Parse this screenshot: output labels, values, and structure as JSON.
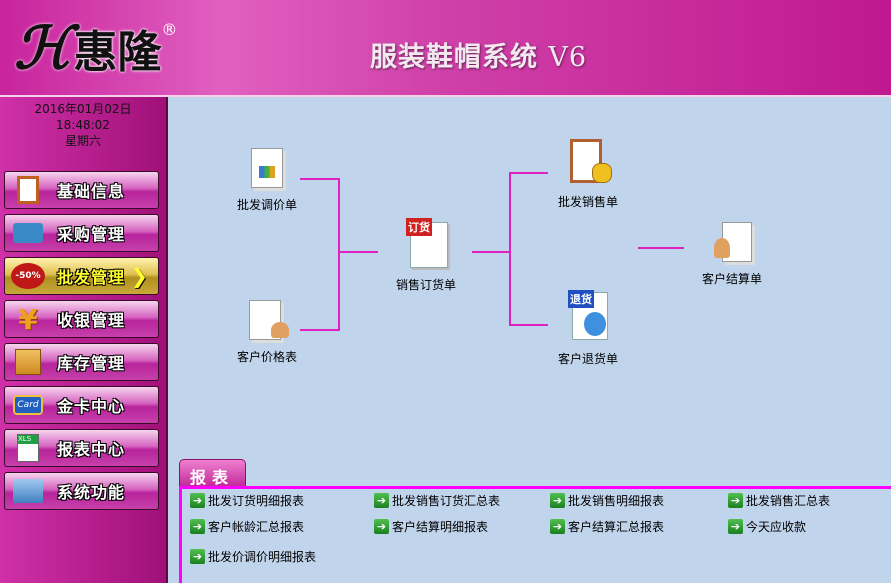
{
  "header": {
    "brand": "惠隆",
    "reg": "®",
    "title": "服装鞋帽系统",
    "version": "V6"
  },
  "clock": {
    "date": "2016年01月02日",
    "time": "18:48:02",
    "weekday": "星期六"
  },
  "nav": [
    {
      "label": "基础信息",
      "icon": "clipboard-icon"
    },
    {
      "label": "采购管理",
      "icon": "basket-icon"
    },
    {
      "label": "批发管理",
      "icon": "discount-badge-icon",
      "badge": "-50%",
      "active": true
    },
    {
      "label": "收银管理",
      "icon": "yen-icon",
      "glyph": "¥"
    },
    {
      "label": "库存管理",
      "icon": "cabinet-icon"
    },
    {
      "label": "金卡中心",
      "icon": "card-icon",
      "glyph": "Card"
    },
    {
      "label": "报表中心",
      "icon": "xls-icon",
      "glyph": "XLS"
    },
    {
      "label": "系统功能",
      "icon": "folder-gear-icon"
    }
  ],
  "flow": {
    "price_adjust": "批发调价单",
    "customer_price": "客户价格表",
    "sales_order": "销售订货单",
    "order_badge": "订货",
    "wholesale_sale": "批发销售单",
    "customer_return": "客户退货单",
    "return_badge": "退货",
    "customer_settle": "客户结算单"
  },
  "reports": {
    "tab": "报表",
    "items": [
      "批发订货明细报表",
      "批发销售订货汇总表",
      "批发销售明细报表",
      "批发销售汇总表",
      "客户帐龄汇总报表",
      "客户结算明细报表",
      "客户结算汇总报表",
      "今天应收款",
      "批发价调价明细报表"
    ]
  }
}
